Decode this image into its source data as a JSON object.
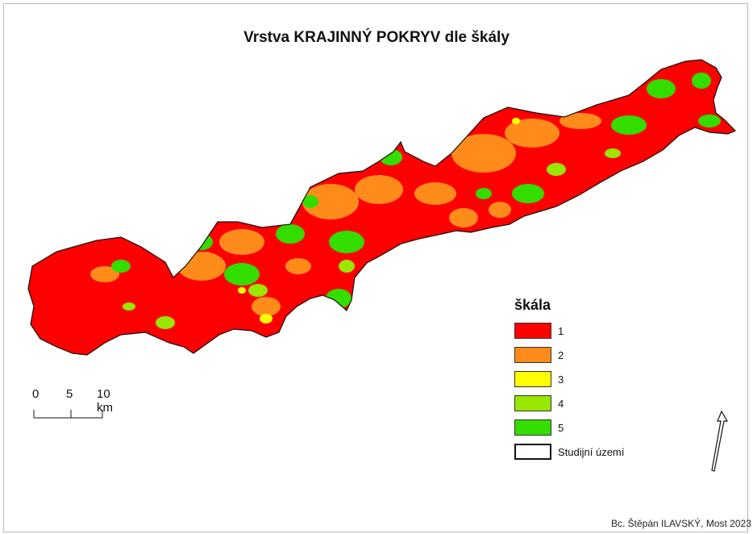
{
  "map_title": "Vrstva KRAJINNÝ POKRYV dle škály",
  "legend": {
    "title": "škála",
    "items": [
      {
        "label": "1",
        "color": "#ff0000"
      },
      {
        "label": "2",
        "color": "#ff8c1a"
      },
      {
        "label": "3",
        "color": "#ffff00"
      },
      {
        "label": "4",
        "color": "#99e600"
      },
      {
        "label": "5",
        "color": "#33dd00"
      },
      {
        "label": "Studijní území",
        "color": "#ffffff"
      }
    ]
  },
  "scale_bar": {
    "labels": [
      "0",
      "5",
      "10 km"
    ]
  },
  "credit": "Bc. Štěpán ILAVSKÝ, Most 2023",
  "north_arrow": "north-arrow-icon"
}
